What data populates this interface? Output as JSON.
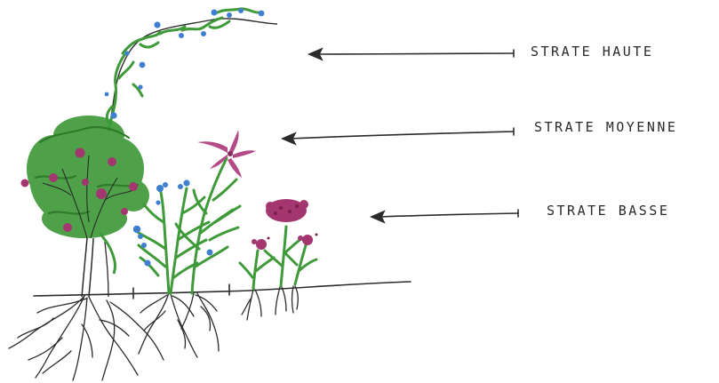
{
  "strata": [
    {
      "id": "haute",
      "label": "STRATE HAUTE"
    },
    {
      "id": "moyenne",
      "label": "STRATE MOYENNE"
    },
    {
      "id": "basse",
      "label": "STRATE BASSE"
    }
  ],
  "colors": {
    "ink": "#2b2b2b",
    "leaf_green": "#3f9a3a",
    "dark_green": "#2f7a2b",
    "flower_blue": "#3f7fd0",
    "flower_magenta": "#a3356f",
    "flower_pink": "#c04a86"
  },
  "icons": [
    "climbing-vine",
    "shrub-with-berries",
    "blue-flowered-perennial",
    "lily",
    "pink-flowered-groundcover",
    "root-systems",
    "ground-line",
    "arrow-left"
  ]
}
